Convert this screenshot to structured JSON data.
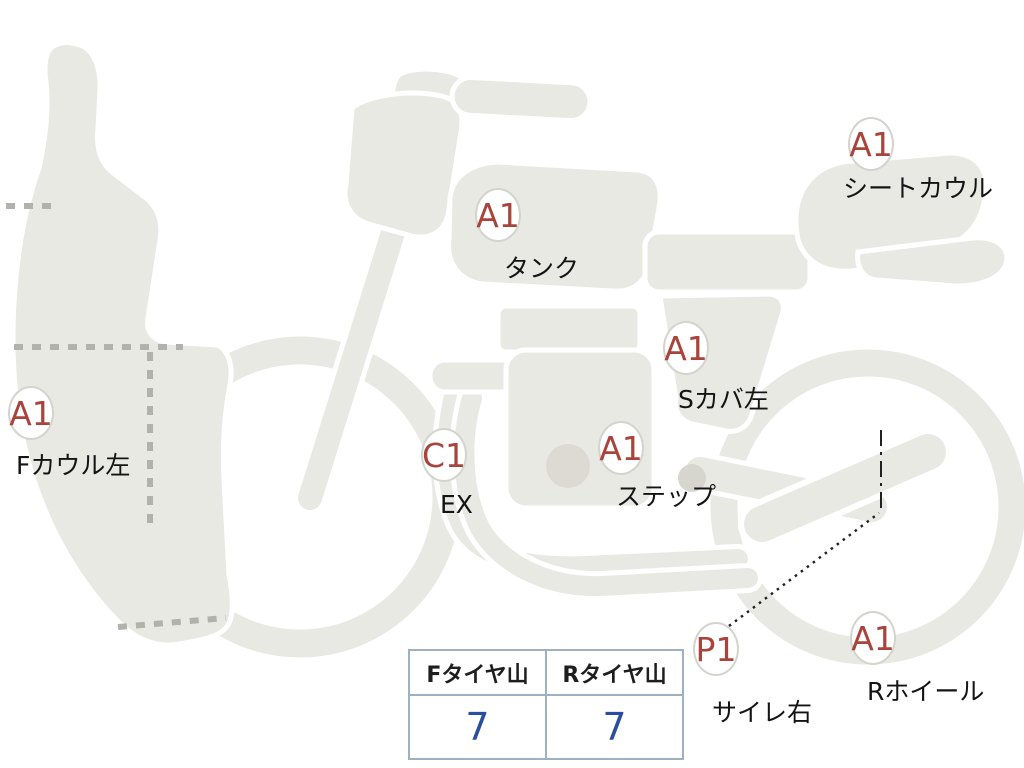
{
  "diagram": {
    "title": "motorcycle-condition-diagram",
    "annotations": [
      {
        "id": "front-cowl-left",
        "code": "A1",
        "label": "Fカウル左"
      },
      {
        "id": "tank",
        "code": "A1",
        "label": "タンク"
      },
      {
        "id": "seat-cowl",
        "code": "A1",
        "label": "シートカウル"
      },
      {
        "id": "side-cover-left",
        "code": "A1",
        "label": "Sカバ左"
      },
      {
        "id": "step",
        "code": "A1",
        "label": "ステップ"
      },
      {
        "id": "exhaust",
        "code": "C1",
        "label": "EX"
      },
      {
        "id": "silencer-right",
        "code": "P1",
        "label": "サイレ右"
      },
      {
        "id": "rear-wheel",
        "code": "A1",
        "label": "Rホイール"
      }
    ],
    "colors": {
      "body_fill": "#e9e9e4",
      "outline": "#ffffff",
      "code_text": "#a8443c",
      "value_text": "#2b4fa0",
      "table_border": "#9db1c2",
      "dashed_line": "#b2b2ad"
    }
  },
  "table": {
    "headers": [
      "Fタイヤ山",
      "Rタイヤ山"
    ],
    "values": [
      "7",
      "7"
    ]
  }
}
